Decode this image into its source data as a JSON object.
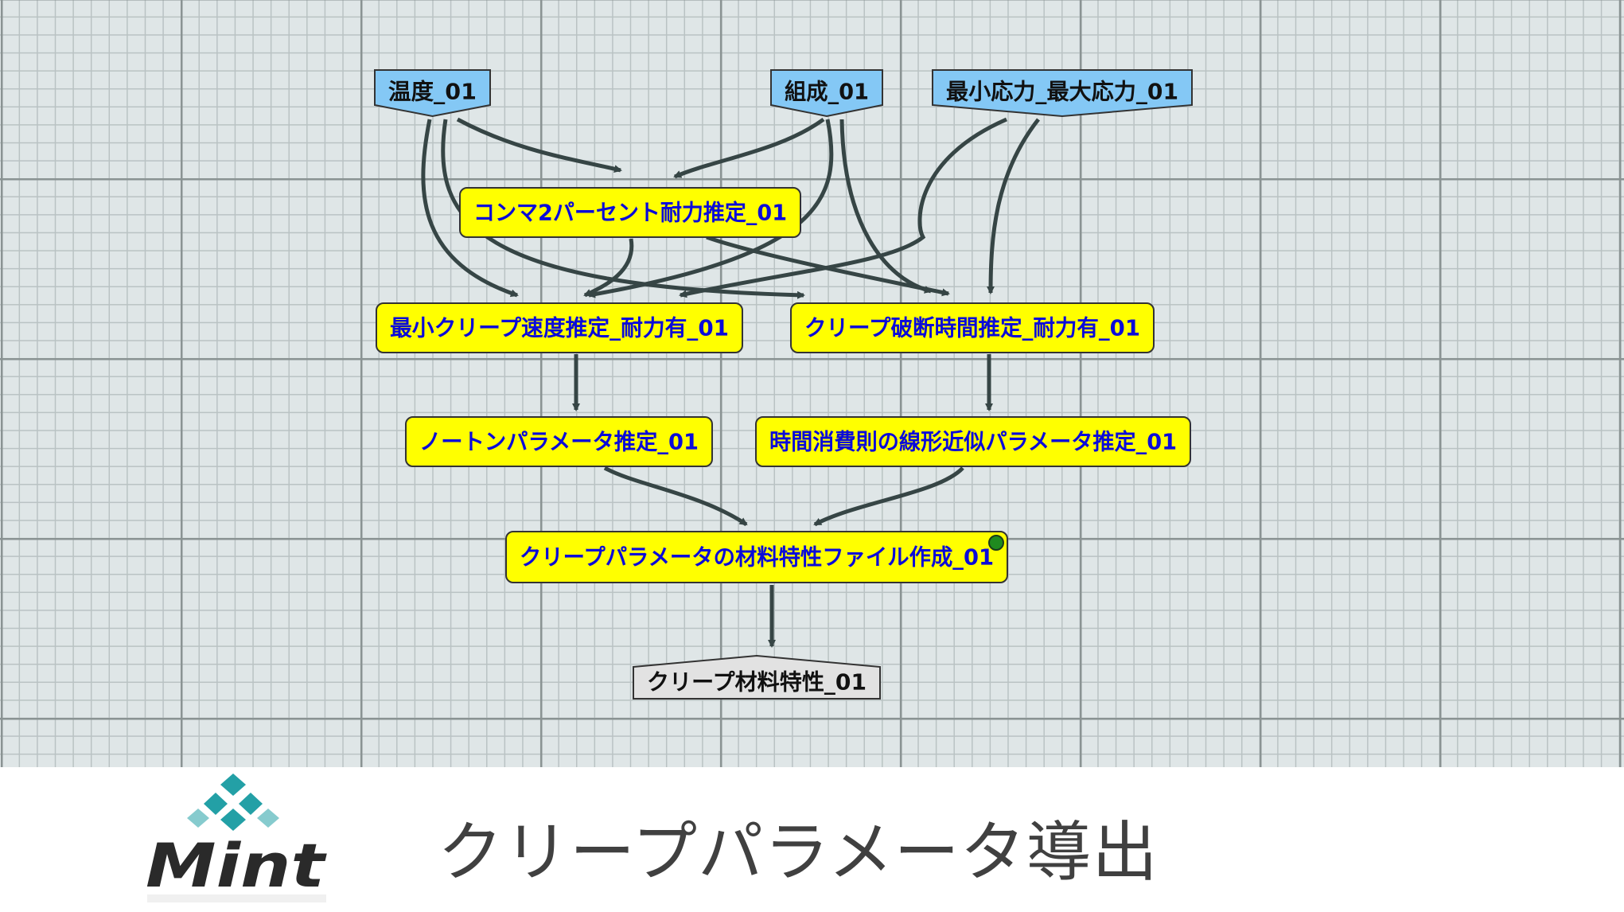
{
  "colors": {
    "input_fill": "#84c8f5",
    "process_fill": "#ffff00",
    "output_fill": "#e2e2e2",
    "process_text": "#0b0bd9",
    "edge": "#364545",
    "status_dot": "#1f8a1f",
    "footer_text": "#404040",
    "logo_teal": "#23a0a6",
    "logo_dark": "#2a2a2a"
  },
  "nodes": [
    {
      "id": "temperature",
      "label": "温度_01",
      "kind": "input"
    },
    {
      "id": "composition",
      "label": "組成_01",
      "kind": "input"
    },
    {
      "id": "stress",
      "label": "最小応力_最大応力_01",
      "kind": "input"
    },
    {
      "id": "proof",
      "label": "コンマ2パーセント耐力推定_01",
      "kind": "process"
    },
    {
      "id": "min_creep",
      "label": "最小クリープ速度推定_耐力有_01",
      "kind": "process"
    },
    {
      "id": "rupture",
      "label": "クリープ破断時間推定_耐力有_01",
      "kind": "process"
    },
    {
      "id": "norton",
      "label": "ノートンパラメータ推定_01",
      "kind": "process"
    },
    {
      "id": "time_consumption",
      "label": "時間消費則の線形近似パラメータ推定_01",
      "kind": "process"
    },
    {
      "id": "material_file",
      "label": "クリープパラメータの材料特性ファイル作成_01",
      "kind": "process",
      "status": "active"
    },
    {
      "id": "creep_props",
      "label": "クリープ材料特性_01",
      "kind": "output"
    }
  ],
  "edges": [
    {
      "from": "temperature",
      "to": "proof"
    },
    {
      "from": "temperature",
      "to": "min_creep"
    },
    {
      "from": "temperature",
      "to": "rupture"
    },
    {
      "from": "composition",
      "to": "proof"
    },
    {
      "from": "composition",
      "to": "min_creep"
    },
    {
      "from": "composition",
      "to": "rupture"
    },
    {
      "from": "stress",
      "to": "min_creep"
    },
    {
      "from": "stress",
      "to": "rupture"
    },
    {
      "from": "proof",
      "to": "min_creep"
    },
    {
      "from": "proof",
      "to": "rupture"
    },
    {
      "from": "min_creep",
      "to": "norton"
    },
    {
      "from": "rupture",
      "to": "time_consumption"
    },
    {
      "from": "norton",
      "to": "material_file"
    },
    {
      "from": "time_consumption",
      "to": "material_file"
    },
    {
      "from": "material_file",
      "to": "creep_props"
    }
  ],
  "footer": {
    "logo_text": "Mint",
    "title": "クリープパラメータ導出"
  }
}
